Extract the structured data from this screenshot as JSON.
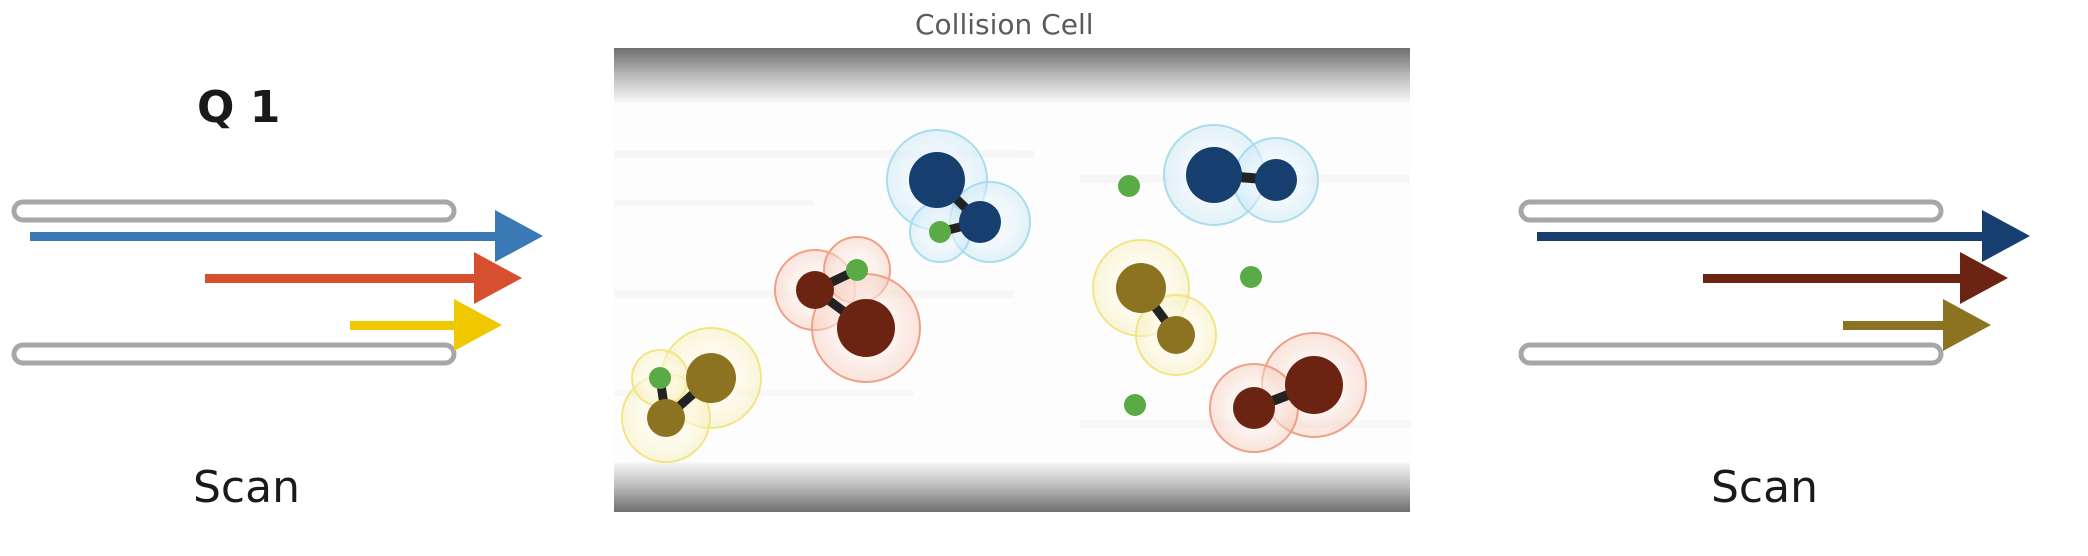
{
  "labels": {
    "q1": "Q 1",
    "collision_cell": "Collision Cell",
    "scan_left": "Scan",
    "scan_right": "Scan"
  },
  "colors": {
    "blue": "#3a78b6",
    "red": "#d6502f",
    "yellow": "#efc800",
    "navy": "#163e6e",
    "maroon": "#6b2412",
    "olive": "#8b7322",
    "green": "#5aab45",
    "rod": "#a7a7a7"
  }
}
